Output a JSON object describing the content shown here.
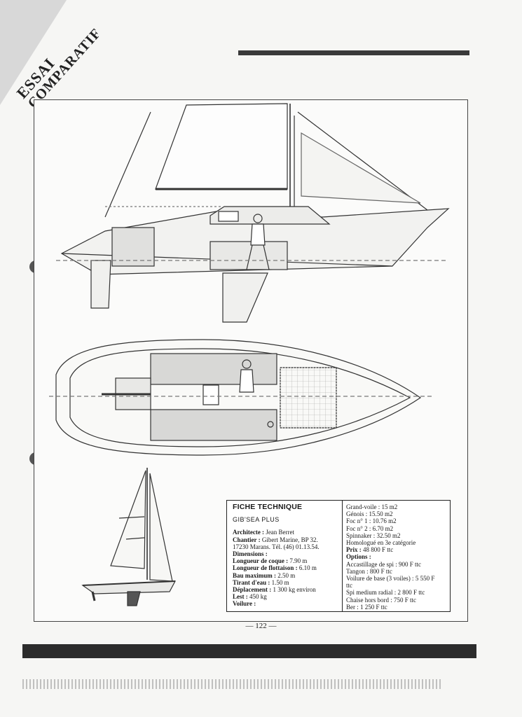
{
  "stamp": {
    "line1": "ESSAI",
    "line2": "COMPARATIF"
  },
  "fiche": {
    "title": "FICHE TECHNIQUE",
    "model": "GIB'SEA PLUS",
    "left": [
      {
        "label": "Architecte :",
        "value": " Jean Berret"
      },
      {
        "label": "Chantier :",
        "value": " Gibert Marine, BP 32."
      },
      {
        "label": "",
        "value": "17230 Marans. Tél. (46) 01.13.54."
      },
      {
        "label": "Dimensions :",
        "value": ""
      },
      {
        "label": "Longueur de coque :",
        "value": " 7.90 m"
      },
      {
        "label": "Longueur de flottaison :",
        "value": " 6.10 m"
      },
      {
        "label": "Bau maximum :",
        "value": " 2.50 m"
      },
      {
        "label": "Tirant d'eau :",
        "value": " 1.50 m"
      },
      {
        "label": "Déplacement :",
        "value": " 1 300 kg environ"
      },
      {
        "label": "Lest :",
        "value": " 450 kg"
      },
      {
        "label": "Voilure :",
        "value": ""
      }
    ],
    "right": [
      {
        "label": "Grand-voile :",
        "value": " 15 m2"
      },
      {
        "label": "Génois :",
        "value": " 15.50 m2"
      },
      {
        "label": "Foc n° 1 :",
        "value": " 10.76 m2"
      },
      {
        "label": "Foc n° 2 :",
        "value": " 6.70 m2"
      },
      {
        "label": "Spinnaker :",
        "value": " 32.50 m2"
      },
      {
        "label": "Homologué en 3e catégorie",
        "value": ""
      },
      {
        "label": "Prix :",
        "value": " 48 800 F ttc"
      },
      {
        "label": "Options :",
        "value": ""
      },
      {
        "label": "Accastillage de spi :",
        "value": " 900 F ttc"
      },
      {
        "label": "Tangon :",
        "value": " 800 F ttc"
      },
      {
        "label": "Voilure de base (3 voiles) :",
        "value": " 5 550 F"
      },
      {
        "label": "",
        "value": "ttc"
      },
      {
        "label": "Spi medium radial :",
        "value": " 2 800 F ttc"
      },
      {
        "label": "Chaise hors bord :",
        "value": " 750 F ttc"
      },
      {
        "label": "Ber :",
        "value": " 1 250 F ttc"
      }
    ]
  },
  "page_number": "— 122 —"
}
